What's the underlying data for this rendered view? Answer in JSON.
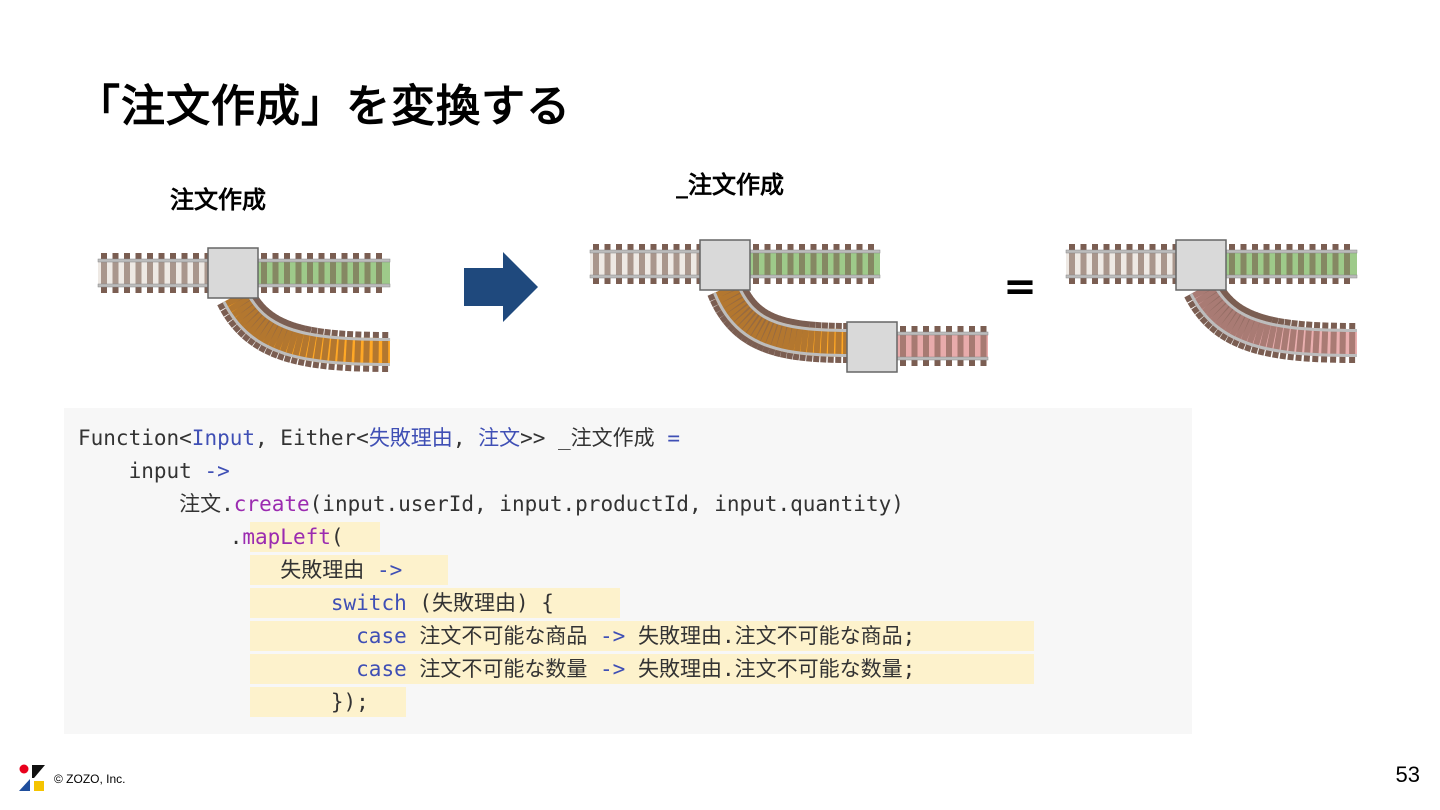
{
  "slide": {
    "title": "「注文作成」を変換する",
    "page_number": "53",
    "copyright": "© ZOZO, Inc."
  },
  "diagram": {
    "left_label": "注文作成",
    "middle_label": "_注文作成",
    "equals_sign": "=",
    "colors": {
      "success_track": "#93c47d",
      "failure_track": "#ff9900",
      "converted_failure_track": "#e6a2a2",
      "input_track": "#ece7e1",
      "tie": "#7b5e52",
      "switch_box": "#d9d9d9",
      "arrow": "#1f497d"
    }
  },
  "code": {
    "lines": [
      [
        {
          "t": "Function<",
          "c": ""
        },
        {
          "t": "Input",
          "c": "tk-blue"
        },
        {
          "t": ", Either<",
          "c": ""
        },
        {
          "t": "失敗理由",
          "c": "tk-blue"
        },
        {
          "t": ", ",
          "c": ""
        },
        {
          "t": "注文",
          "c": "tk-blue"
        },
        {
          "t": ">> _注文作成 ",
          "c": ""
        },
        {
          "t": "=",
          "c": "tk-blue"
        }
      ],
      [
        {
          "t": "    input ",
          "c": ""
        },
        {
          "t": "->",
          "c": "tk-blue"
        }
      ],
      [
        {
          "t": "        注文.",
          "c": ""
        },
        {
          "t": "create",
          "c": "tk-purple"
        },
        {
          "t": "(input.userId, input.productId, input.quantity)",
          "c": ""
        }
      ],
      [
        {
          "t": "            .",
          "c": ""
        },
        {
          "t": "mapLeft",
          "c": "tk-purple"
        },
        {
          "t": "(",
          "c": ""
        }
      ],
      [
        {
          "t": "                失敗理由 ",
          "c": ""
        },
        {
          "t": "->",
          "c": "tk-blue"
        }
      ],
      [
        {
          "t": "                    ",
          "c": ""
        },
        {
          "t": "switch",
          "c": "tk-blue"
        },
        {
          "t": " (失敗理由) {",
          "c": ""
        }
      ],
      [
        {
          "t": "                      ",
          "c": ""
        },
        {
          "t": "case",
          "c": "tk-blue"
        },
        {
          "t": " 注文不可能な商品 ",
          "c": ""
        },
        {
          "t": "->",
          "c": "tk-blue"
        },
        {
          "t": " 失敗理由.注文不可能な商品;",
          "c": ""
        }
      ],
      [
        {
          "t": "                      ",
          "c": ""
        },
        {
          "t": "case",
          "c": "tk-blue"
        },
        {
          "t": " 注文不可能な数量 ",
          "c": ""
        },
        {
          "t": "->",
          "c": "tk-blue"
        },
        {
          "t": " 失敗理由.注文不可能な数量;",
          "c": ""
        }
      ],
      [
        {
          "t": "                    });",
          "c": ""
        }
      ]
    ]
  }
}
